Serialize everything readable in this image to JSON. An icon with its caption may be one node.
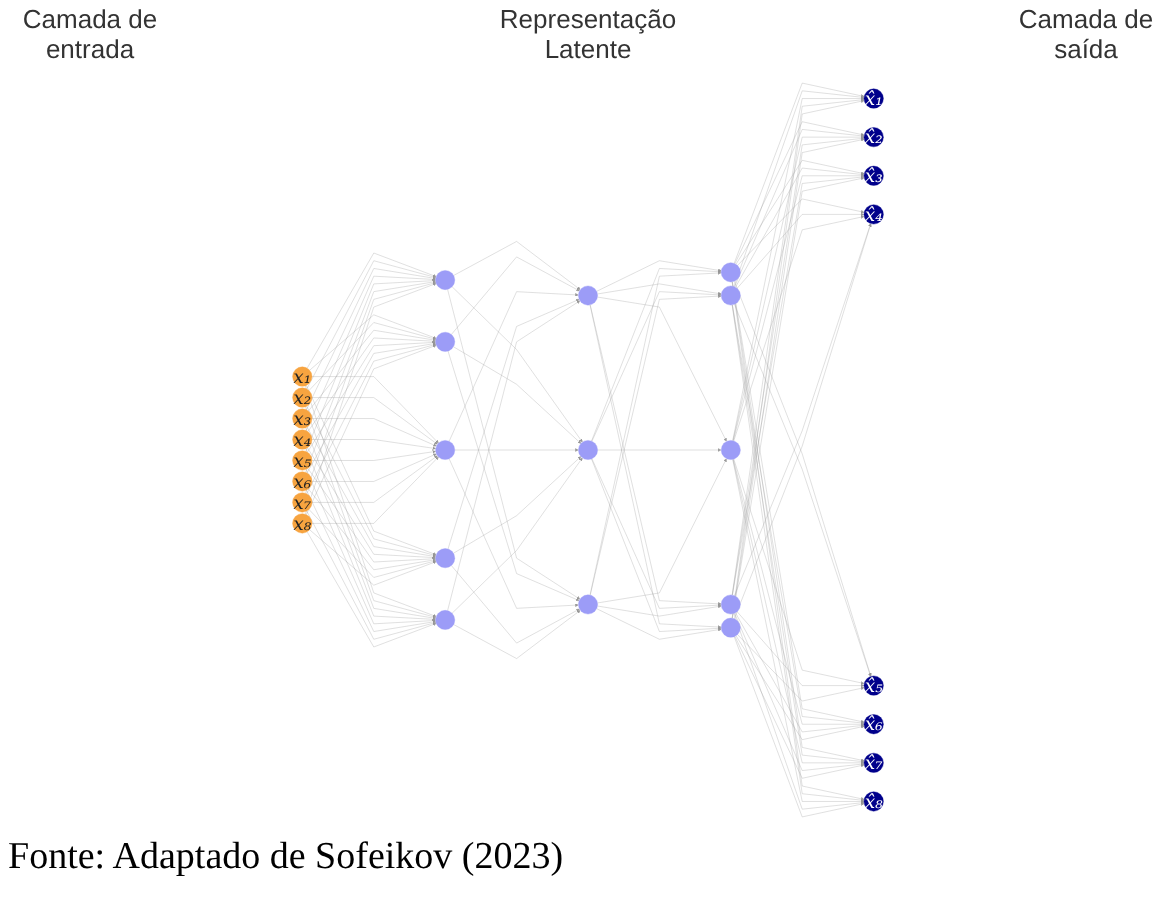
{
  "diagram": {
    "caption": "Fonte: Adaptado de Sofeikov (2023)",
    "nodes": [
      {
        "text": [
          "x₁"
        ]
      },
      {
        "text": [
          "x₂"
        ]
      },
      {
        "text": [
          "x₃"
        ]
      },
      {
        "text": [
          "x₄"
        ]
      },
      {
        "text": [
          "x₅"
        ]
      },
      {
        "text": [
          "x₆"
        ]
      },
      {
        "text": [
          "x₇"
        ]
      },
      {
        "text": [
          "x₈"
        ]
      },
      {
        "text": [],
        "shape": "circle"
      },
      {
        "text": [],
        "shape": "circle"
      },
      {
        "text": [],
        "shape": "circle"
      },
      {
        "text": [],
        "shape": "circle"
      },
      {
        "text": [],
        "shape": "circle"
      },
      {
        "text": [],
        "shape": "circle"
      },
      {
        "text": [],
        "shape": "circle"
      },
      {
        "text": [],
        "shape": "circle"
      },
      {
        "text": [],
        "shape": "circle"
      },
      {
        "text": [],
        "shape": "circle"
      },
      {
        "text": [],
        "shape": "circle"
      },
      {
        "text": [],
        "shape": "circle"
      },
      {
        "text": [],
        "shape": "circle"
      },
      {
        "text": [
          "x̂₁"
        ]
      },
      {
        "text": [
          "x̂₂"
        ]
      },
      {
        "text": [
          "x̂₃"
        ]
      },
      {
        "text": [
          "x̂₄"
        ]
      },
      {
        "text": [
          "x̂₅"
        ]
      },
      {
        "text": [
          "x̂₆"
        ]
      },
      {
        "text": [
          "x̂₇"
        ]
      },
      {
        "text": [
          "x̂₈"
        ]
      }
    ],
    "edges": [
      {
        "from": 0,
        "to": 8,
        "arrow": "to"
      },
      {
        "from": 0,
        "to": 9,
        "arrow": "to"
      },
      {
        "from": 0,
        "to": 10,
        "arrow": "to"
      },
      {
        "from": 0,
        "to": 11,
        "arrow": "to"
      },
      {
        "from": 0,
        "to": 12,
        "arrow": "to"
      },
      {
        "from": 1,
        "to": 8,
        "arrow": "to"
      },
      {
        "from": 1,
        "to": 9,
        "arrow": "to"
      },
      {
        "from": 1,
        "to": 10,
        "arrow": "to"
      },
      {
        "from": 1,
        "to": 11,
        "arrow": "to"
      },
      {
        "from": 1,
        "to": 12,
        "arrow": "to"
      },
      {
        "from": 2,
        "to": 8,
        "arrow": "to"
      },
      {
        "from": 2,
        "to": 9,
        "arrow": "to"
      },
      {
        "from": 2,
        "to": 10,
        "arrow": "to"
      },
      {
        "from": 2,
        "to": 11,
        "arrow": "to"
      },
      {
        "from": 2,
        "to": 12,
        "arrow": "to"
      },
      {
        "from": 3,
        "to": 8,
        "arrow": "to"
      },
      {
        "from": 3,
        "to": 9,
        "arrow": "to"
      },
      {
        "from": 3,
        "to": 10,
        "arrow": "to"
      },
      {
        "from": 3,
        "to": 11,
        "arrow": "to"
      },
      {
        "from": 3,
        "to": 12,
        "arrow": "to"
      },
      {
        "from": 4,
        "to": 8,
        "arrow": "to"
      },
      {
        "from": 4,
        "to": 9,
        "arrow": "to"
      },
      {
        "from": 4,
        "to": 10,
        "arrow": "to"
      },
      {
        "from": 4,
        "to": 11,
        "arrow": "to"
      },
      {
        "from": 4,
        "to": 12,
        "arrow": "to"
      },
      {
        "from": 5,
        "to": 8,
        "arrow": "to"
      },
      {
        "from": 5,
        "to": 9,
        "arrow": "to"
      },
      {
        "from": 5,
        "to": 10,
        "arrow": "to"
      },
      {
        "from": 5,
        "to": 11,
        "arrow": "to"
      },
      {
        "from": 5,
        "to": 12,
        "arrow": "to"
      },
      {
        "from": 6,
        "to": 8,
        "arrow": "to"
      },
      {
        "from": 6,
        "to": 9,
        "arrow": "to"
      },
      {
        "from": 6,
        "to": 10,
        "arrow": "to"
      },
      {
        "from": 6,
        "to": 11,
        "arrow": "to"
      },
      {
        "from": 6,
        "to": 12,
        "arrow": "to"
      },
      {
        "from": 7,
        "to": 8,
        "arrow": "to"
      },
      {
        "from": 7,
        "to": 9,
        "arrow": "to"
      },
      {
        "from": 7,
        "to": 10,
        "arrow": "to"
      },
      {
        "from": 7,
        "to": 11,
        "arrow": "to"
      },
      {
        "from": 7,
        "to": 12,
        "arrow": "to"
      },
      {
        "from": 8,
        "to": 13,
        "arrow": "to"
      },
      {
        "from": 8,
        "to": 14,
        "arrow": "to"
      },
      {
        "from": 8,
        "to": 15,
        "arrow": "to"
      },
      {
        "from": 9,
        "to": 13,
        "arrow": "to"
      },
      {
        "from": 9,
        "to": 14,
        "arrow": "to"
      },
      {
        "from": 9,
        "to": 15,
        "arrow": "to"
      },
      {
        "from": 10,
        "to": 13,
        "arrow": "to"
      },
      {
        "from": 10,
        "to": 14,
        "arrow": "to"
      },
      {
        "from": 10,
        "to": 15,
        "arrow": "to"
      },
      {
        "from": 11,
        "to": 13,
        "arrow": "to"
      },
      {
        "from": 11,
        "to": 14,
        "arrow": "to"
      },
      {
        "from": 11,
        "to": 15,
        "arrow": "to"
      },
      {
        "from": 12,
        "to": 13,
        "arrow": "to"
      },
      {
        "from": 12,
        "to": 14,
        "arrow": "to"
      },
      {
        "from": 12,
        "to": 15,
        "arrow": "to"
      },
      {
        "from": 13,
        "to": 16,
        "arrow": "to"
      },
      {
        "from": 13,
        "to": 17,
        "arrow": "to"
      },
      {
        "from": 13,
        "to": 18,
        "arrow": "to"
      },
      {
        "from": 13,
        "to": 19,
        "arrow": "to"
      },
      {
        "from": 13,
        "to": 20,
        "arrow": "to"
      },
      {
        "from": 14,
        "to": 16,
        "arrow": "to"
      },
      {
        "from": 14,
        "to": 17,
        "arrow": "to"
      },
      {
        "from": 14,
        "to": 18,
        "arrow": "to"
      },
      {
        "from": 14,
        "to": 19,
        "arrow": "to"
      },
      {
        "from": 14,
        "to": 20,
        "arrow": "to"
      },
      {
        "from": 15,
        "to": 16,
        "arrow": "to"
      },
      {
        "from": 15,
        "to": 17,
        "arrow": "to"
      },
      {
        "from": 15,
        "to": 18,
        "arrow": "to"
      },
      {
        "from": 15,
        "to": 19,
        "arrow": "to"
      },
      {
        "from": 15,
        "to": 20,
        "arrow": "to"
      },
      {
        "from": 16,
        "to": 21,
        "arrow": "to"
      },
      {
        "from": 16,
        "to": 22,
        "arrow": "to"
      },
      {
        "from": 16,
        "to": 23,
        "arrow": "to"
      },
      {
        "from": 16,
        "to": 24,
        "arrow": "to"
      },
      {
        "from": 16,
        "to": 25,
        "arrow": "to"
      },
      {
        "from": 16,
        "to": 26,
        "arrow": "to"
      },
      {
        "from": 16,
        "to": 27,
        "arrow": "to"
      },
      {
        "from": 16,
        "to": 28,
        "arrow": "to"
      },
      {
        "from": 17,
        "to": 21,
        "arrow": "to"
      },
      {
        "from": 17,
        "to": 22,
        "arrow": "to"
      },
      {
        "from": 17,
        "to": 23,
        "arrow": "to"
      },
      {
        "from": 17,
        "to": 24,
        "arrow": "to"
      },
      {
        "from": 17,
        "to": 25,
        "arrow": "to"
      },
      {
        "from": 17,
        "to": 26,
        "arrow": "to"
      },
      {
        "from": 17,
        "to": 27,
        "arrow": "to"
      },
      {
        "from": 17,
        "to": 28,
        "arrow": "to"
      },
      {
        "from": 18,
        "to": 21,
        "arrow": "to"
      },
      {
        "from": 18,
        "to": 22,
        "arrow": "to"
      },
      {
        "from": 18,
        "to": 23,
        "arrow": "to"
      },
      {
        "from": 18,
        "to": 24,
        "arrow": "to"
      },
      {
        "from": 18,
        "to": 25,
        "arrow": "to"
      },
      {
        "from": 18,
        "to": 26,
        "arrow": "to"
      },
      {
        "from": 18,
        "to": 27,
        "arrow": "to"
      },
      {
        "from": 18,
        "to": 28,
        "arrow": "to"
      },
      {
        "from": 19,
        "to": 21,
        "arrow": "to"
      },
      {
        "from": 19,
        "to": 22,
        "arrow": "to"
      },
      {
        "from": 19,
        "to": 23,
        "arrow": "to"
      },
      {
        "from": 19,
        "to": 24,
        "arrow": "to"
      },
      {
        "from": 19,
        "to": 25,
        "arrow": "to"
      },
      {
        "from": 19,
        "to": 26,
        "arrow": "to"
      },
      {
        "from": 19,
        "to": 27,
        "arrow": "to"
      },
      {
        "from": 19,
        "to": 28,
        "arrow": "to"
      },
      {
        "from": 20,
        "to": 21,
        "arrow": "to"
      },
      {
        "from": 20,
        "to": 22,
        "arrow": "to"
      },
      {
        "from": 20,
        "to": 23,
        "arrow": "to"
      },
      {
        "from": 20,
        "to": 24,
        "arrow": "to"
      },
      {
        "from": 20,
        "to": 25,
        "arrow": "to"
      },
      {
        "from": 20,
        "to": 26,
        "arrow": "to"
      },
      {
        "from": 20,
        "to": 27,
        "arrow": "to"
      },
      {
        "from": 20,
        "to": 28,
        "arrow": "to"
      }
    ],
    "labels": [
      "Camada de entrada",
      "Representação Latente",
      "Camada de saída"
    ]
  }
}
